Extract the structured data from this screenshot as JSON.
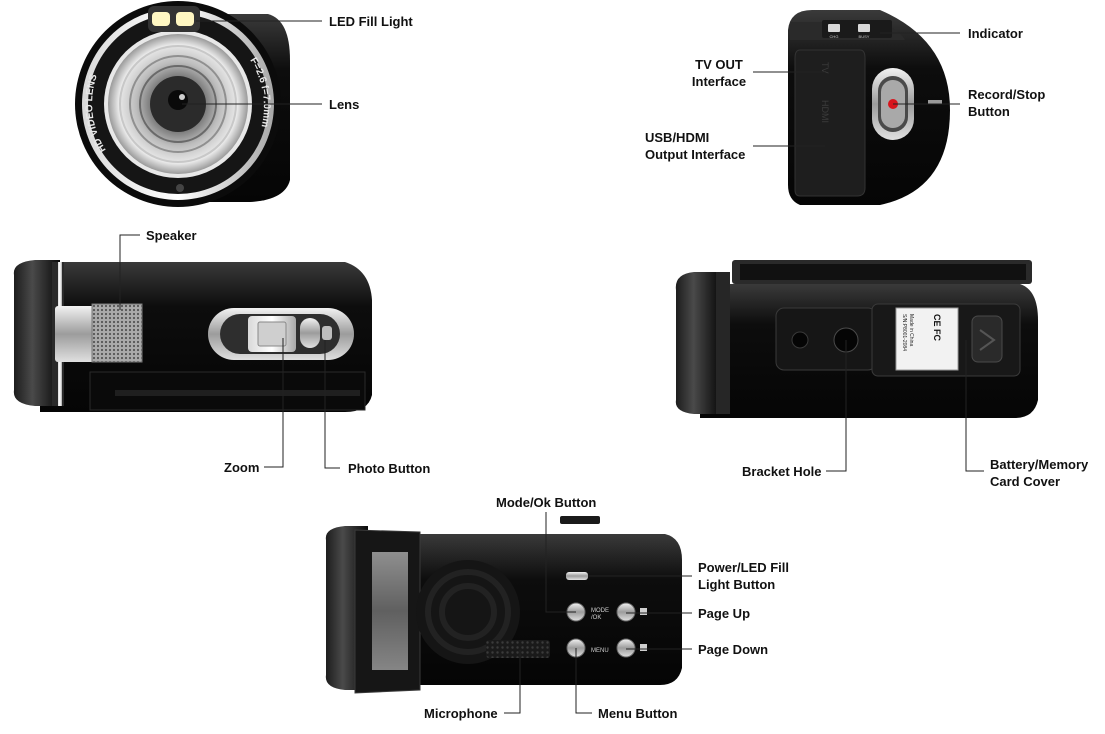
{
  "labels": {
    "led_fill_light": [
      "LED Fill Light"
    ],
    "lens": [
      "Lens"
    ],
    "lens_ring_text": "HD VIDEO LENS",
    "lens_spec_text": "F=2.6 f=7.0mm",
    "indicator": [
      "Indicator"
    ],
    "tv_out": [
      "TV OUT",
      "Interface"
    ],
    "record_stop": [
      "Record/Stop",
      "Button"
    ],
    "usb_hdmi": [
      "USB/HDMI",
      "Output Interface"
    ],
    "speaker": [
      "Speaker"
    ],
    "zoom": [
      "Zoom"
    ],
    "photo_button": [
      "Photo Button"
    ],
    "bracket_hole": [
      "Bracket Hole"
    ],
    "battery_cover": [
      "Battery/Memory",
      "Card Cover"
    ],
    "mode_ok": [
      "Mode/Ok Button"
    ],
    "power_led": [
      "Power/LED Fill",
      "Light Button"
    ],
    "page_up": [
      "Page Up"
    ],
    "page_down": [
      "Page Down"
    ],
    "microphone": [
      "Microphone"
    ],
    "menu_button": [
      "Menu Button"
    ]
  },
  "device_text": {
    "mode_ok": [
      "MODE",
      "/OK"
    ],
    "menu": "MENU",
    "chg": "CHG",
    "busy": "BUSY",
    "tv": "TV",
    "hdmi": "HDMI",
    "made_in_china": "Made in China",
    "serial": "S/N:P8001-2084",
    "ce_fcc": "CE FC"
  },
  "colors": {
    "body": "#0e0e0e",
    "chrome": "#b8b8b8",
    "record_red": "#d8141c",
    "led_yellow": "#fff7c2",
    "leader_line": "#222222"
  }
}
